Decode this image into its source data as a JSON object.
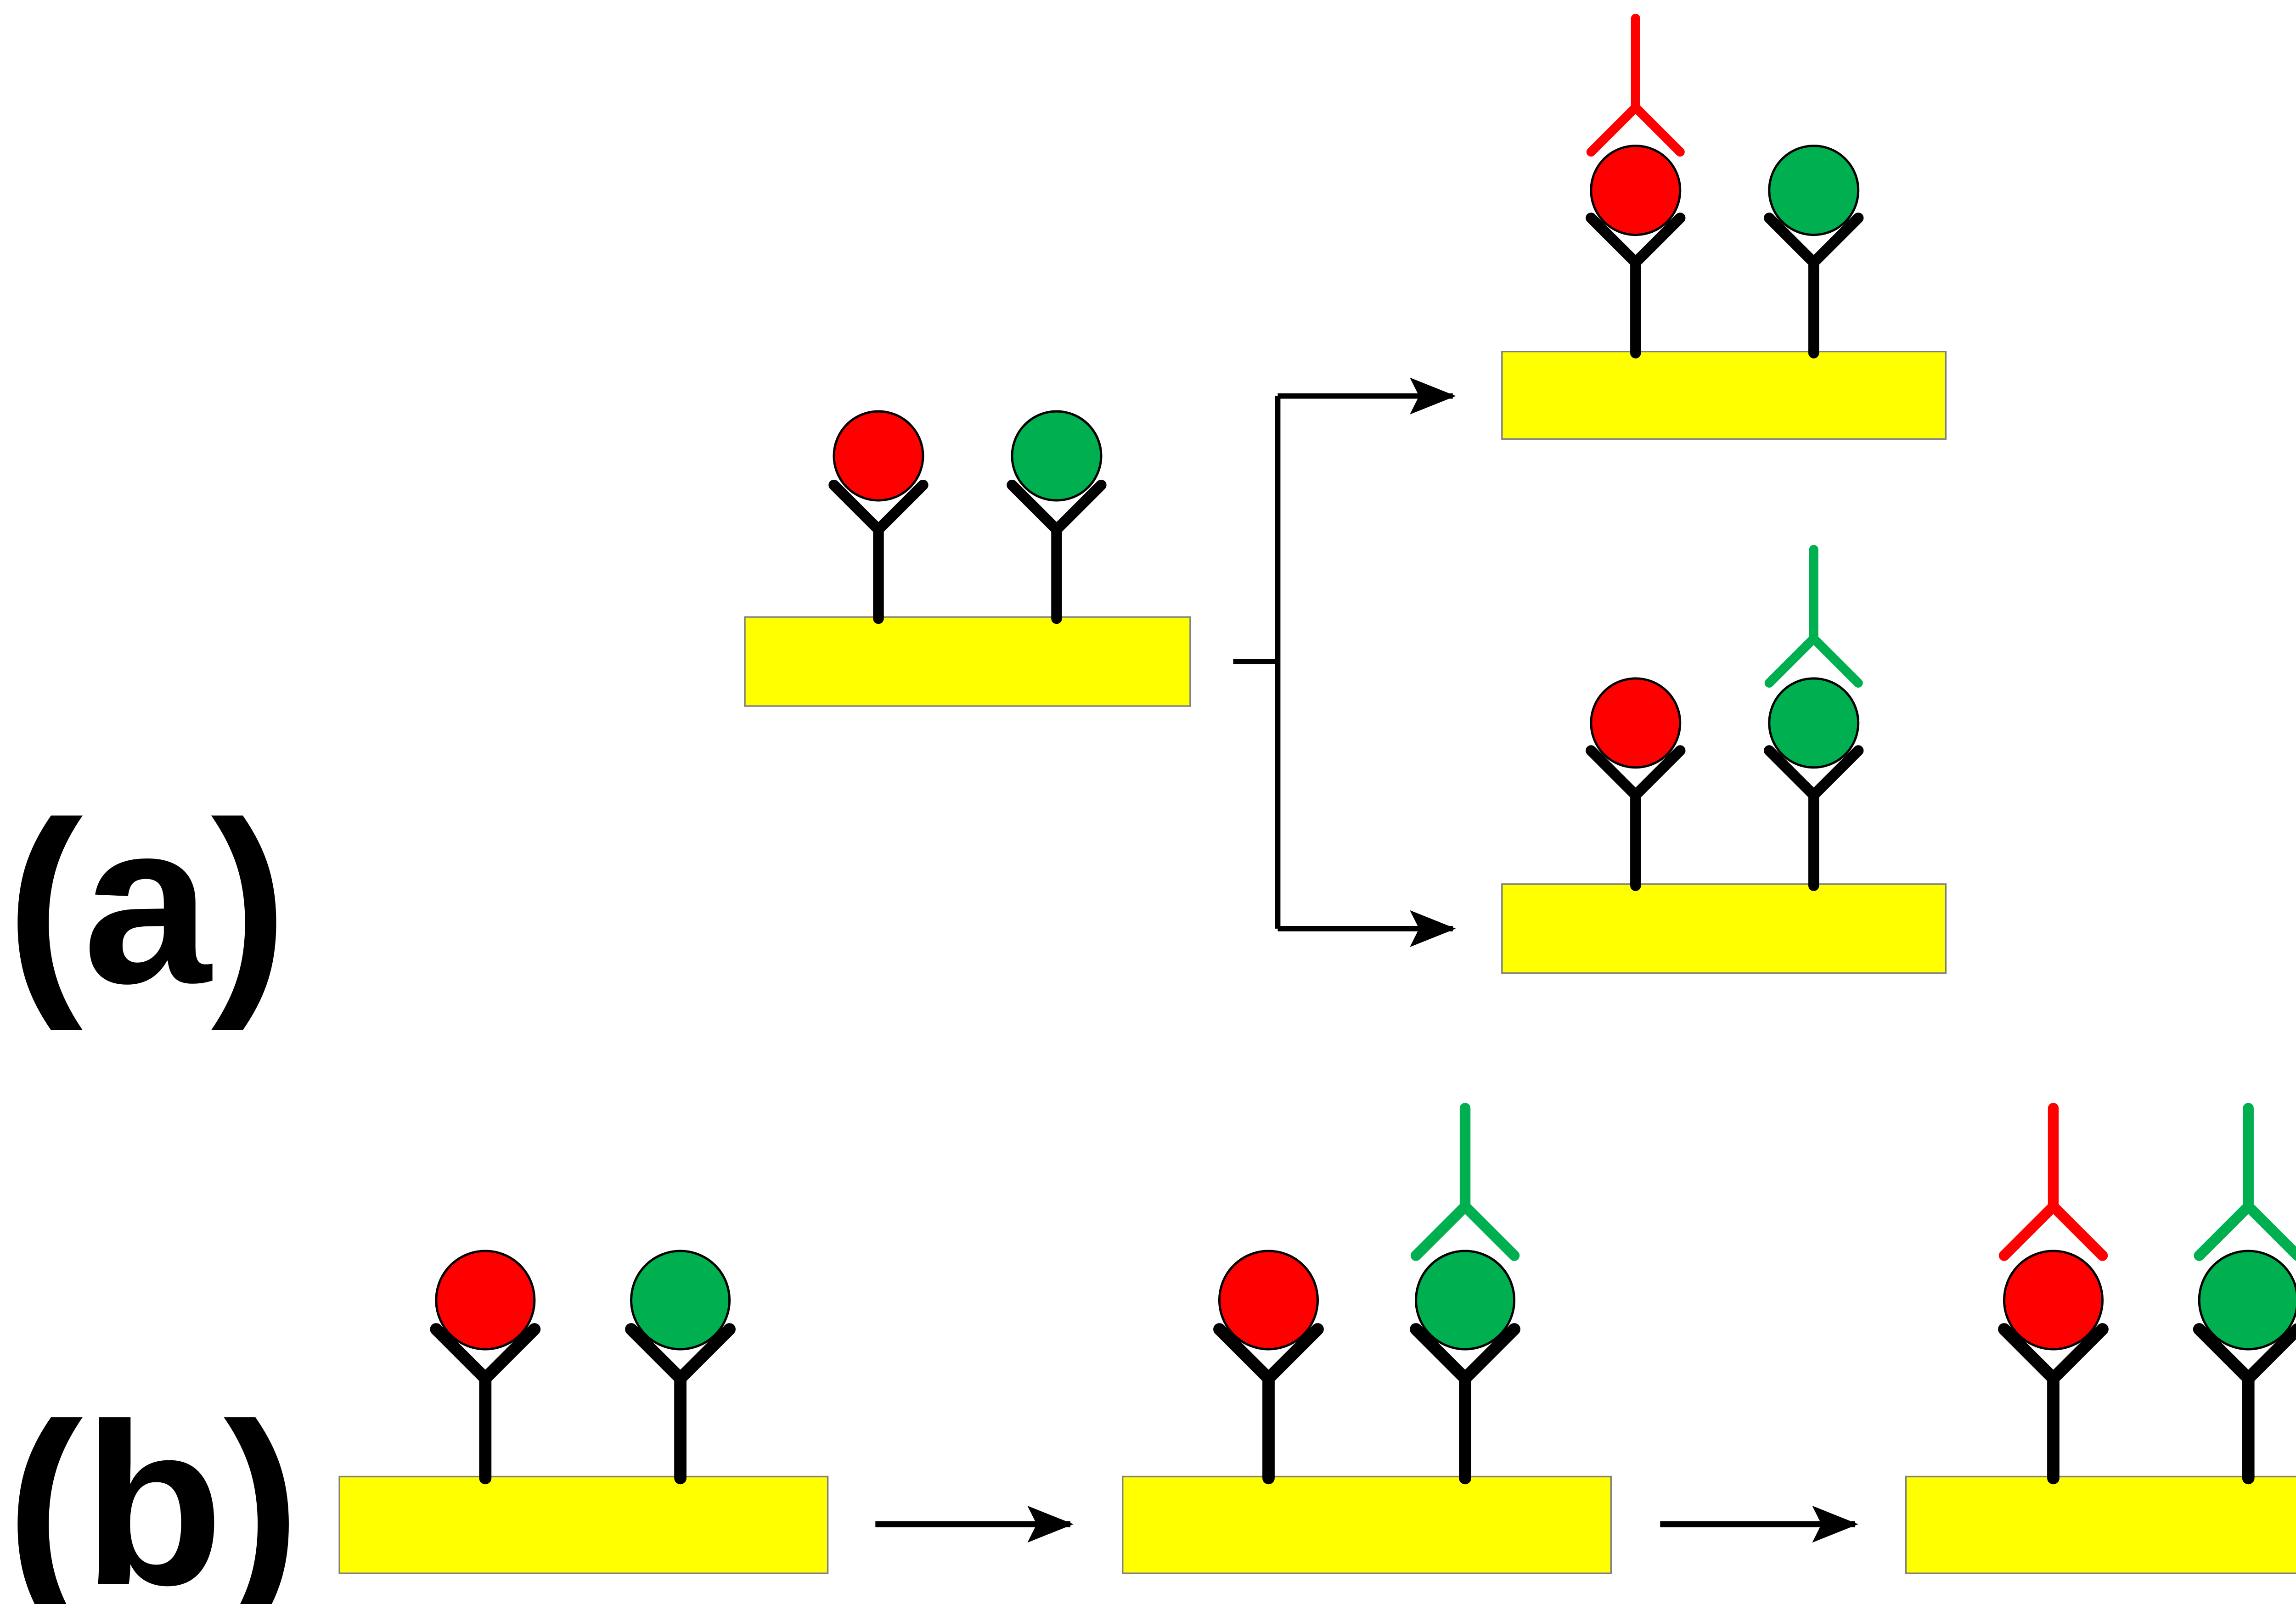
{
  "labels": {
    "a": "(a)",
    "b": "(b)"
  },
  "colors": {
    "substrate": "#ffff00",
    "substrate_outline": "#7f7f7f",
    "antigen_red": "#ff0000",
    "antigen_green": "#00b050",
    "capture_antibody": "#000000",
    "detection_red": "#ff0000",
    "detection_green": "#00b050",
    "arrow": "#000000"
  },
  "panels": {
    "a": {
      "initial": {
        "antigens": [
          "red",
          "green"
        ],
        "detection": []
      },
      "branch_upper": {
        "antigens": [
          "red",
          "green"
        ],
        "detection": [
          "red"
        ]
      },
      "branch_lower": {
        "antigens": [
          "red",
          "green"
        ],
        "detection": [
          "green"
        ]
      }
    },
    "b": {
      "steps": [
        {
          "antigens": [
            "red",
            "green"
          ],
          "detection": []
        },
        {
          "antigens": [
            "red",
            "green"
          ],
          "detection": [
            "green"
          ]
        },
        {
          "antigens": [
            "red",
            "green"
          ],
          "detection": [
            "red",
            "green"
          ]
        }
      ]
    }
  }
}
